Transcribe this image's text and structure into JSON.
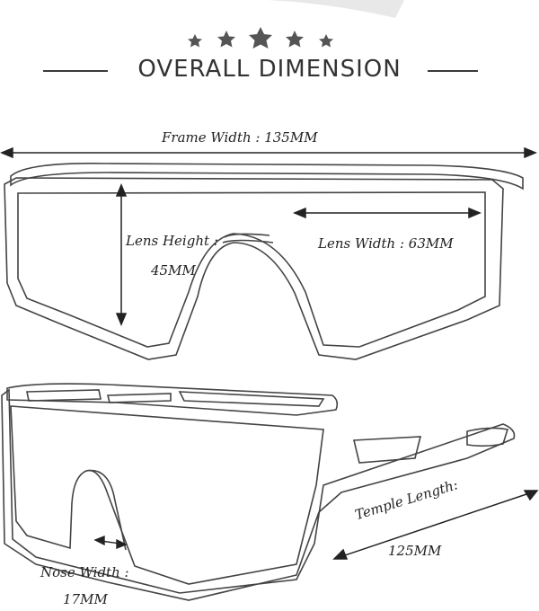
{
  "header": {
    "title": "OVERALL DIMENSION",
    "stars": 5
  },
  "dimensions": {
    "frame_width": "Frame Width : 135MM",
    "lens_height_label": "Lens Height :",
    "lens_height_value": "45MM",
    "lens_width": "Lens Width : 63MM",
    "temple_length_label": "Temple Length:",
    "temple_length_value": "125MM",
    "nose_width_label": "Nose Width :",
    "nose_width_value": "17MM"
  },
  "colors": {
    "line": "#2a2a2a",
    "sketch": "#555555"
  }
}
